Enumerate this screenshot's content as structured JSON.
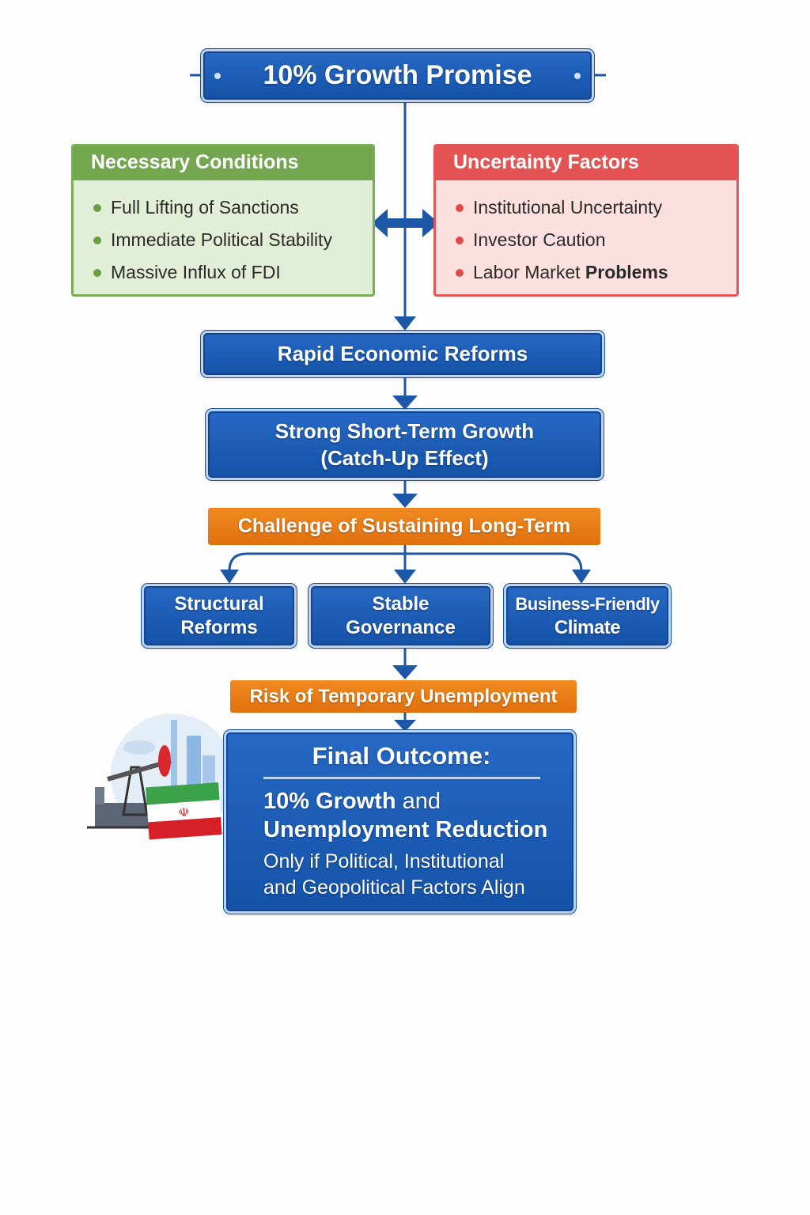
{
  "title": "10% Growth Promise",
  "necessary_conditions": {
    "heading": "Necessary Conditions",
    "items": [
      "Full Lifting of Sanctions",
      "Immediate Political Stability",
      "Massive Influx of FDI"
    ]
  },
  "uncertainty_factors": {
    "heading": "Uncertainty Factors",
    "items": [
      "Institutional Uncertainty",
      "Investor Caution",
      "Labor Market"
    ],
    "last_item_bold": "Problems"
  },
  "steps": {
    "rapid_reforms": "Rapid Economic Reforms",
    "short_term_line1": "Strong Short-Term Growth",
    "short_term_line2": "(Catch-Up Effect)",
    "challenge": "Challenge of Sustaining Long-Term",
    "branches": [
      {
        "line1": "Structural",
        "line2": "Reforms"
      },
      {
        "line1": "Stable",
        "line2": "Governance"
      },
      {
        "line1": "Business-Friendly",
        "line2": "Climate"
      }
    ],
    "risk": "Risk of Temporary Unemployment"
  },
  "final": {
    "heading": "Final Outcome:",
    "bold_part": "10% Growth",
    "and": " and",
    "line2": "Unemployment Reduction",
    "condition_line1": "Only if Political, Institutional",
    "condition_line2": "and Geopolitical Factors Align"
  },
  "colors": {
    "blue": "#1a5bb5",
    "green": "#72a64e",
    "red": "#e35656",
    "orange": "#ea7b16"
  }
}
